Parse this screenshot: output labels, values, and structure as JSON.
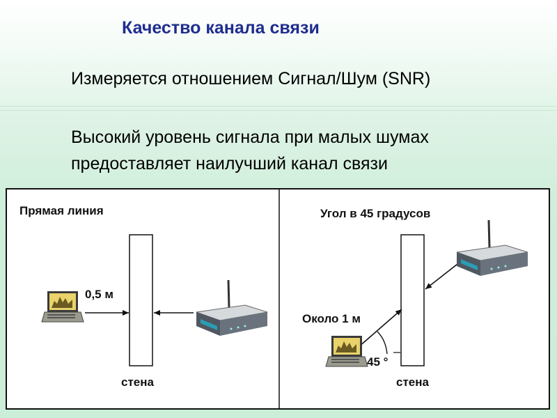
{
  "slide": {
    "title": "Качество канала связи",
    "line1": "Измеряется отношением Сигнал/Шум (SNR)",
    "line2a": "Высокий уровень сигнала при малых шумах",
    "line2b": "предоставляет наилучший канал связи"
  },
  "left_panel": {
    "heading": "Прямая линия",
    "distance": "0,5 м",
    "wall": "стена"
  },
  "right_panel": {
    "heading": "Угол в 45 градусов",
    "distance": "Около 1 м",
    "angle": "45 °",
    "wall": "стена"
  },
  "colors": {
    "title": "#1f2d8f",
    "router_body": "#5b6470",
    "router_accent": "#2a9db5",
    "laptop_screen": "#e9d36a"
  }
}
